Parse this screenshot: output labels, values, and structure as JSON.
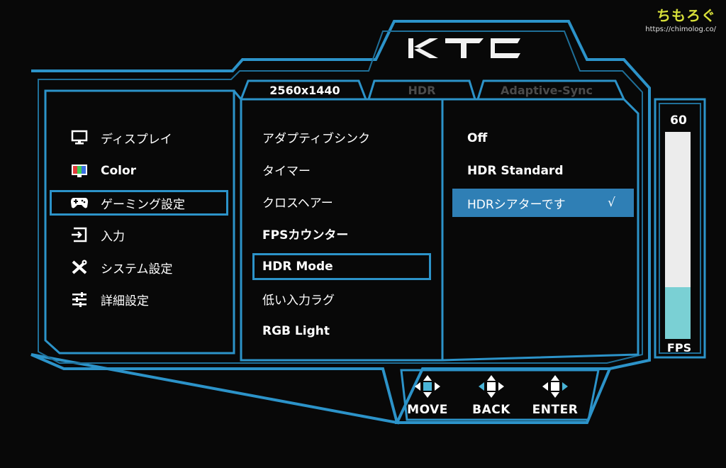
{
  "watermark": {
    "name": "ちもろぐ",
    "url": "https://chimolog.co/"
  },
  "brand": {
    "logo": "KTC"
  },
  "tabs": {
    "resolution": "2560x1440",
    "hdr": "HDR",
    "sync": "Adaptive-Sync"
  },
  "main_menu": [
    {
      "label": "ディスプレイ",
      "icon": "monitor-icon"
    },
    {
      "label": "Color",
      "icon": "color-icon"
    },
    {
      "label": "ゲーミング設定",
      "icon": "gamepad-icon",
      "selected": true
    },
    {
      "label": "入力",
      "icon": "input-icon"
    },
    {
      "label": "システム設定",
      "icon": "tools-icon"
    },
    {
      "label": "詳細設定",
      "icon": "sliders-icon"
    }
  ],
  "sub_menu": [
    {
      "label": "アダプティブシンク"
    },
    {
      "label": "タイマー"
    },
    {
      "label": "クロスヘアー"
    },
    {
      "label": "FPSカウンター"
    },
    {
      "label": "HDR Mode",
      "selected": true
    },
    {
      "label": "低い入力ラグ"
    },
    {
      "label": "RGB Light"
    }
  ],
  "options": [
    {
      "label": "Off"
    },
    {
      "label": "HDR Standard"
    },
    {
      "label": "HDRシアターです",
      "selected": true,
      "check": "√"
    }
  ],
  "fps": {
    "value": "60",
    "label": "FPS",
    "fill_fraction": 0.25
  },
  "nav": {
    "move": "MOVE",
    "back": "BACK",
    "enter": "ENTER"
  },
  "colors": {
    "frame": "#2c93c9",
    "frame_dark": "#123a52",
    "selected": "#2f7fb5",
    "fps_fill": "#7ad0d4"
  }
}
